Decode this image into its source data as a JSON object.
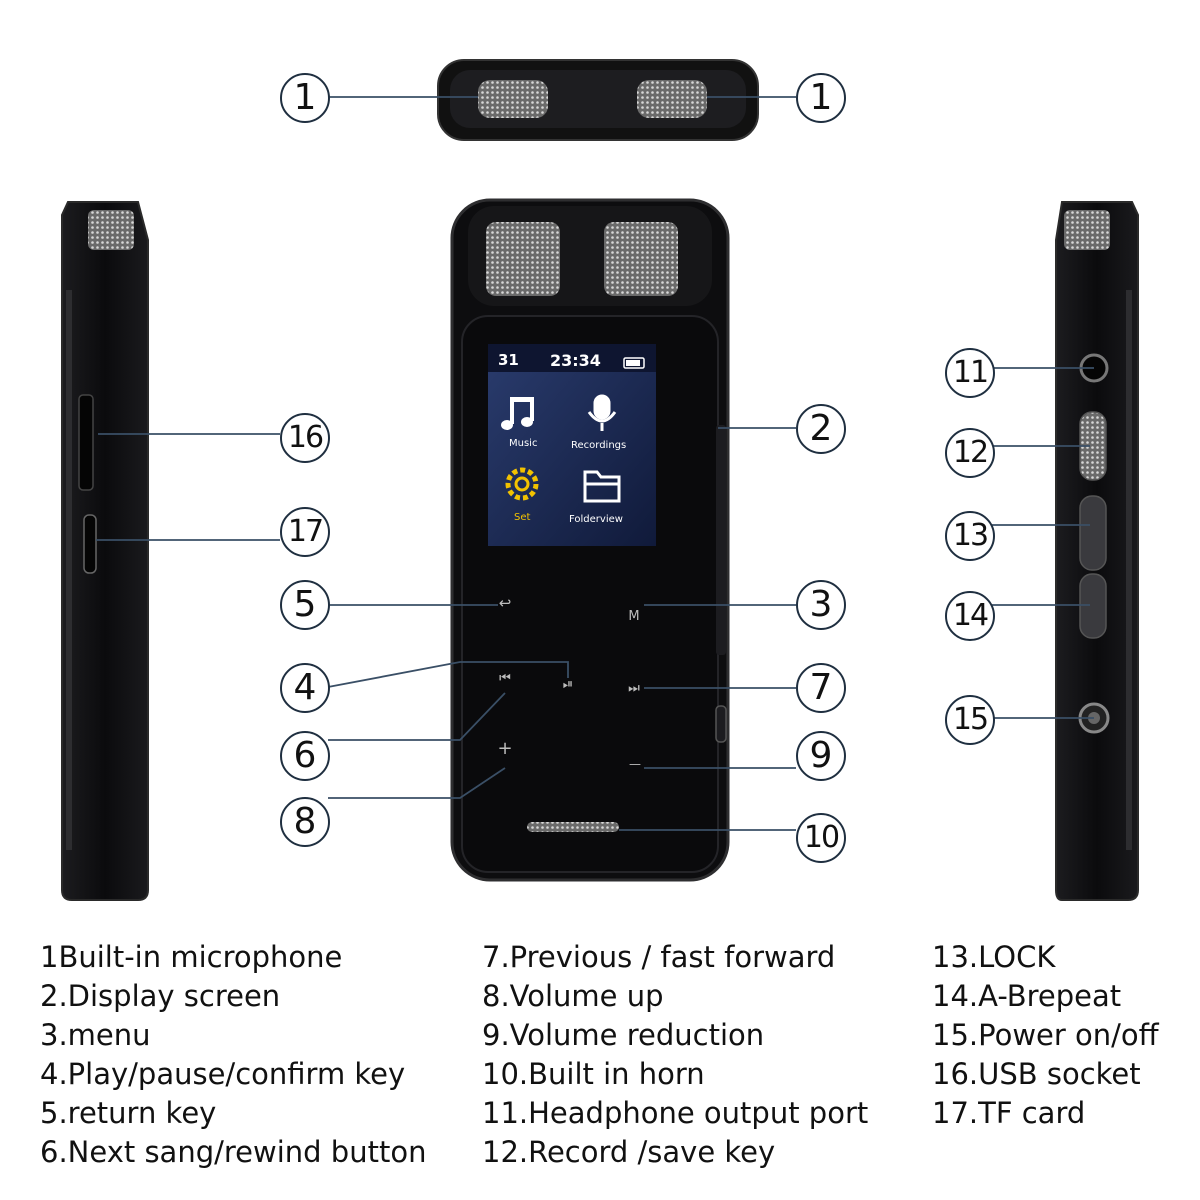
{
  "screen": {
    "volume": "31",
    "time": "23:34",
    "apps": [
      {
        "label": "Music",
        "icon": "music-note-icon"
      },
      {
        "label": "Recordings",
        "icon": "microphone-icon"
      },
      {
        "label": "Set",
        "icon": "settings-gear-icon"
      },
      {
        "label": "Folderview",
        "icon": "folder-icon"
      }
    ]
  },
  "keys": {
    "return": "↩",
    "menu": "M",
    "prev": "⏮",
    "play": "⏯",
    "next": "⏭",
    "vol_up": "+",
    "vol_down": "—"
  },
  "callouts": {
    "c1a": "1",
    "c1b": "1",
    "c2": "2",
    "c3": "3",
    "c4": "4",
    "c5": "5",
    "c6": "6",
    "c7": "7",
    "c8": "8",
    "c9": "9",
    "c10": "10",
    "c11": "11",
    "c12": "12",
    "c13": "13",
    "c14": "14",
    "c15": "15",
    "c16": "16",
    "c17": "17"
  },
  "legend": {
    "col1": [
      "1Built-in microphone",
      "2.Display screen",
      "3.menu",
      "4.Play/pause/confirm key",
      "5.return key",
      "6.Next sang/rewind button"
    ],
    "col2": [
      "7.Previous / fast forward",
      "8.Volume up",
      "9.Volume reduction",
      "10.Built in horn",
      "11.Headphone output port",
      "12.Record /save key"
    ],
    "col3": [
      "13.LOCK",
      "14.A-Brepeat",
      "15.Power on/off",
      "16.USB socket",
      "17.TF card"
    ]
  },
  "colors": {
    "device_body": "#0d0d0f",
    "callout_line": "#3a4f66",
    "icon_yellow": "#f2c200",
    "screen_bg": "#1a2a55"
  }
}
